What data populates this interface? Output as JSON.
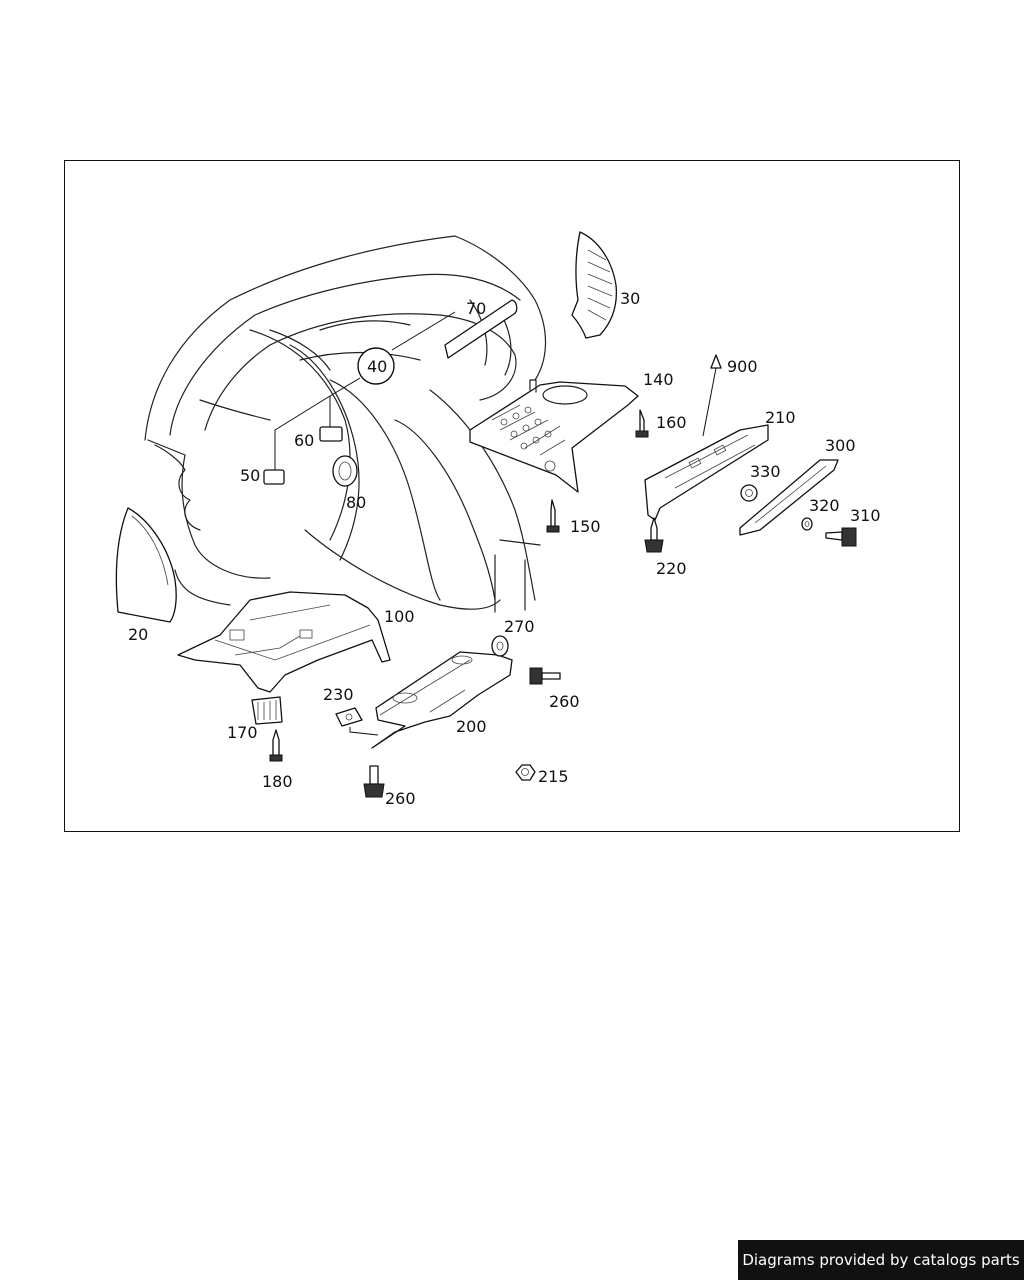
{
  "callouts": {
    "c20": "20",
    "c30": "30",
    "c40": "40",
    "c50": "50",
    "c60": "60",
    "c70": "70",
    "c80": "80",
    "c100": "100",
    "c140": "140",
    "c150": "150",
    "c160": "160",
    "c170": "170",
    "c180": "180",
    "c200": "200",
    "c210": "210",
    "c215": "215",
    "c220": "220",
    "c230": "230",
    "c260a": "260",
    "c260b": "260",
    "c270": "270",
    "c300": "300",
    "c310": "310",
    "c320": "320",
    "c330": "330",
    "c900": "900"
  },
  "footer": {
    "text": "Diagrams provided by catalogs parts"
  },
  "colors": {
    "line": "#111111",
    "background": "#ffffff",
    "footer_bg": "#111111",
    "footer_text": "#ffffff"
  }
}
